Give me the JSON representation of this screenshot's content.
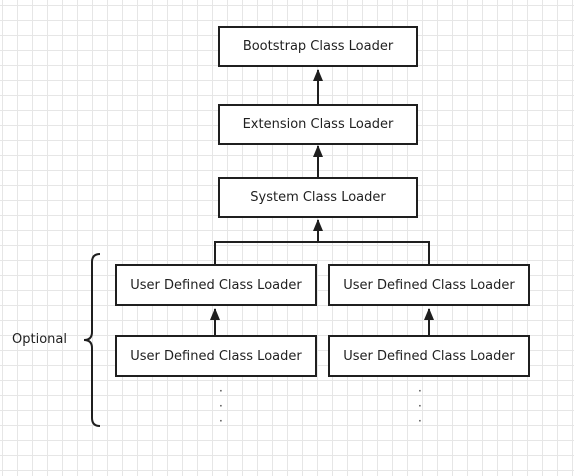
{
  "diagram": {
    "nodes": {
      "bootstrap": "Bootstrap Class Loader",
      "extension": "Extension Class Loader",
      "system": "System Class Loader",
      "user_top_left": "User Defined Class Loader",
      "user_top_right": "User Defined Class Loader",
      "user_bottom_left": "User Defined Class Loader",
      "user_bottom_right": "User Defined Class Loader"
    },
    "optional_label": "Optional",
    "continuation_marker": "·\n·\n·",
    "colors": {
      "stroke": "#1f1f1f",
      "grid": "#e6e6e6",
      "background": "#ffffff"
    }
  }
}
